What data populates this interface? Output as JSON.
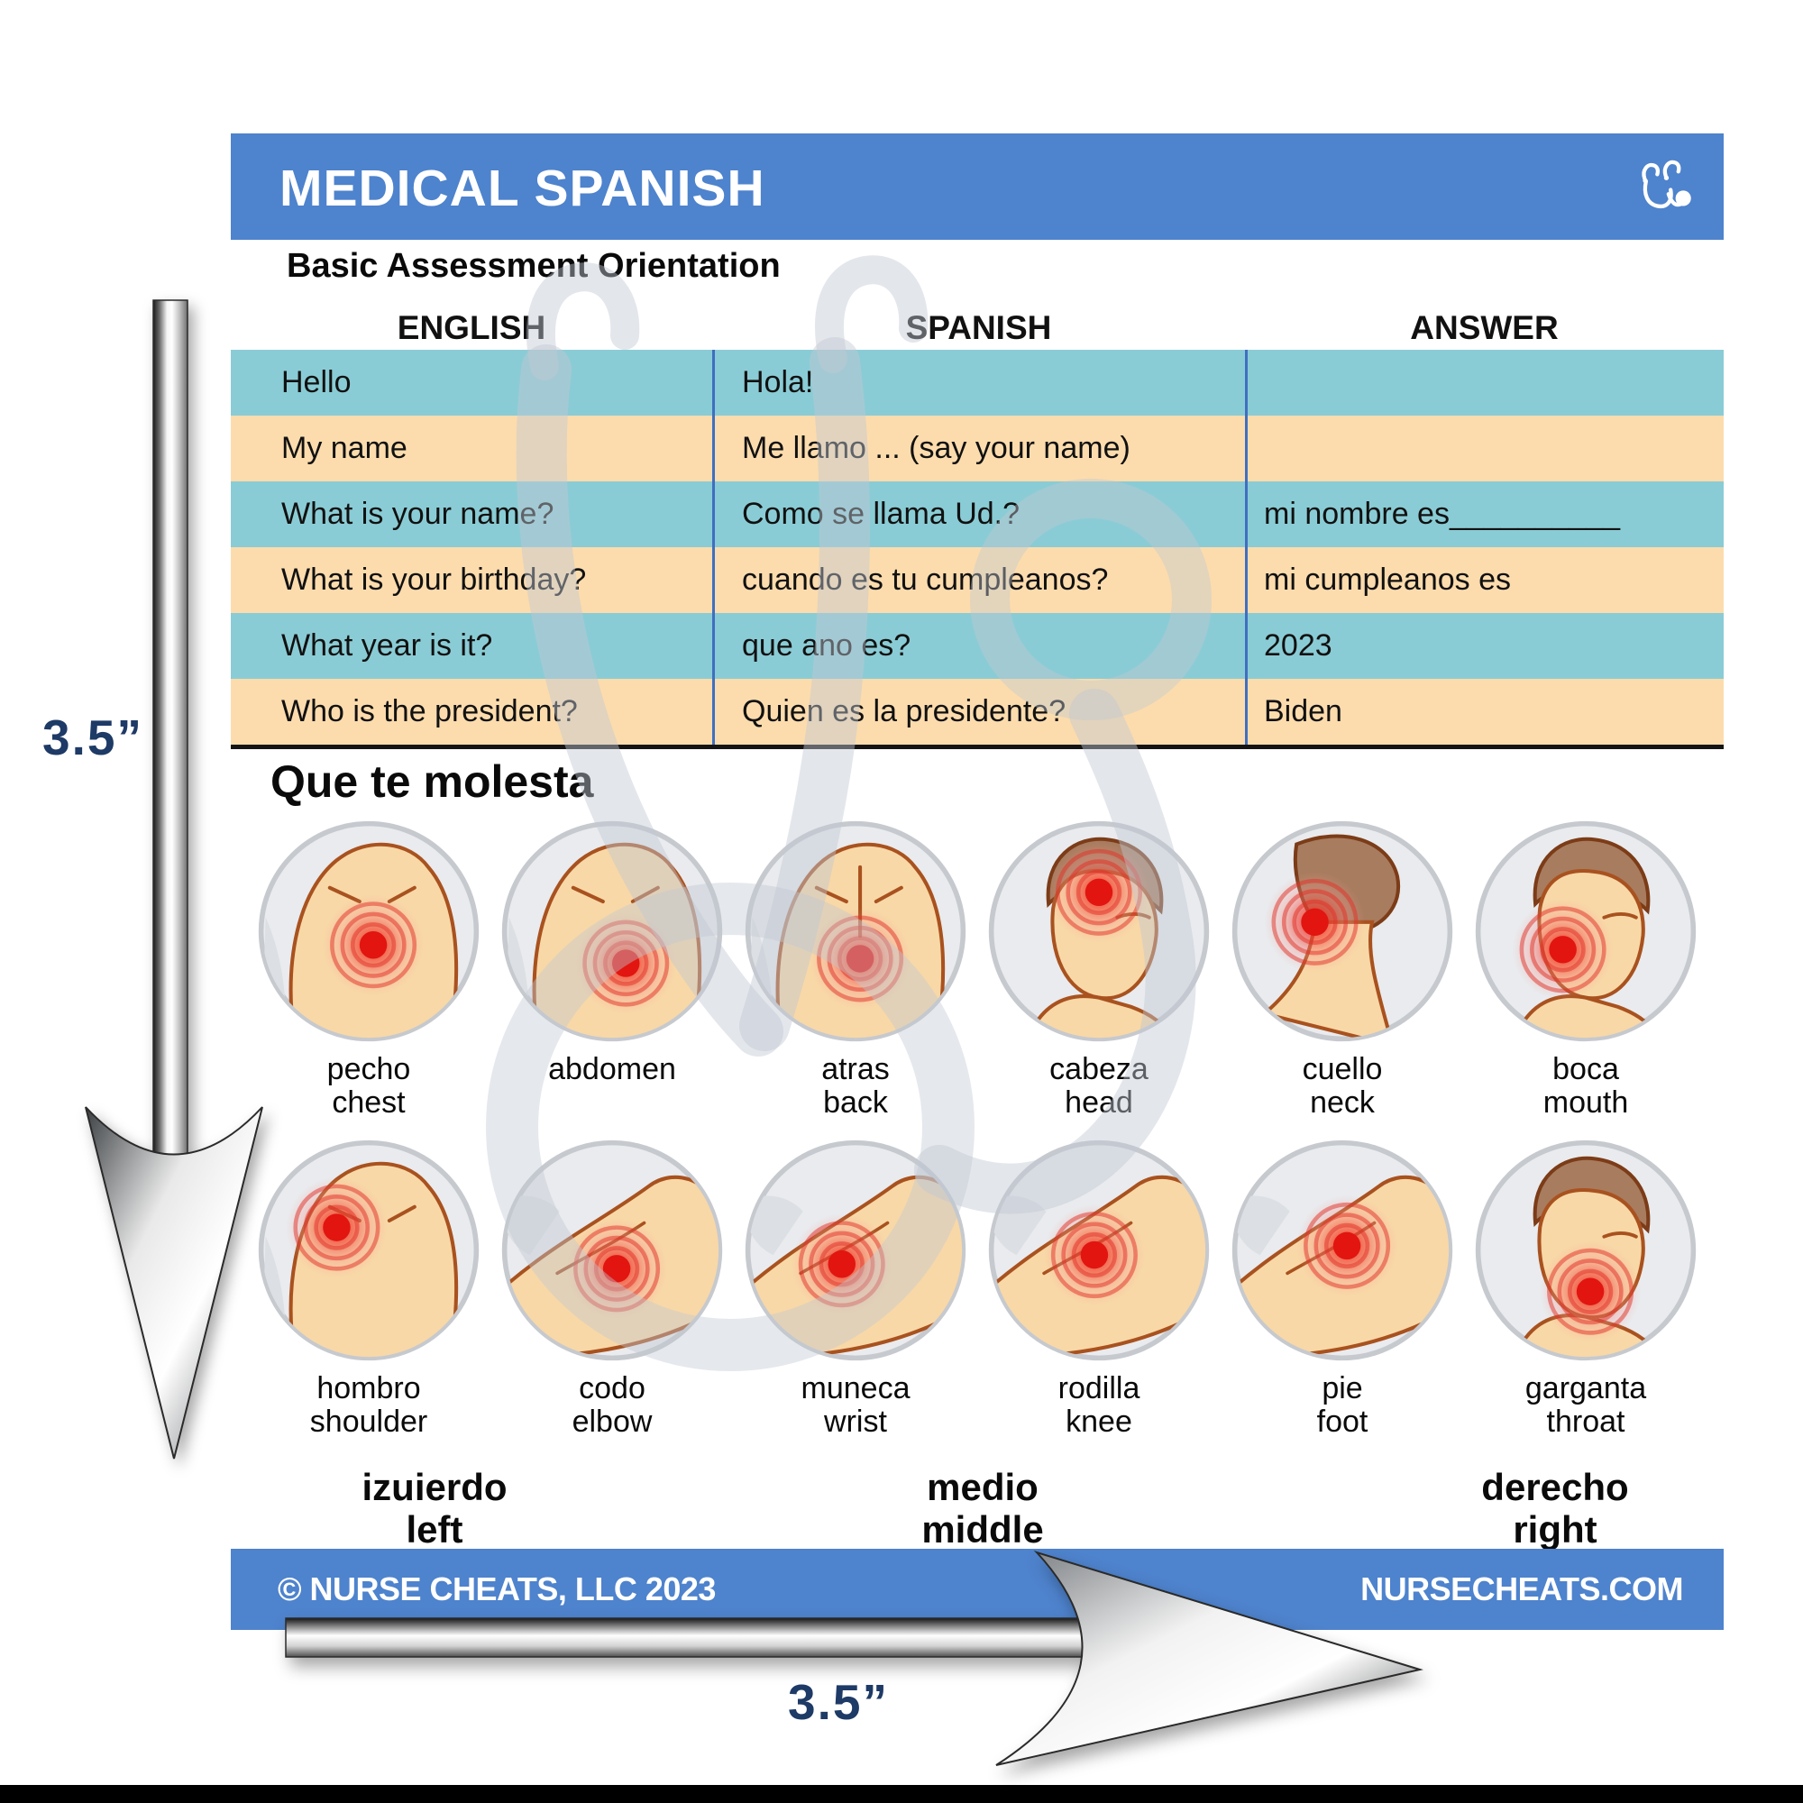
{
  "measure": {
    "vertical_label": "3.5”",
    "horizontal_label": "3.5”"
  },
  "card": {
    "header": {
      "title": "MEDICAL SPANISH",
      "icon": "stethoscope-icon"
    },
    "subtitle": "Basic Assessment Orientation",
    "table": {
      "columns": [
        "ENGLISH",
        "SPANISH",
        "ANSWER"
      ],
      "rows": [
        {
          "english": "Hello",
          "spanish": "Hola!",
          "answer": ""
        },
        {
          "english": "My name",
          "spanish": "Me llamo ... (say your name)",
          "answer": ""
        },
        {
          "english": "What is your name?",
          "spanish": "Como se llama Ud.?",
          "answer": "mi nombre es__________"
        },
        {
          "english": "What is your birthday?",
          "spanish": "cuando es tu cumpleanos?",
          "answer": "mi cumpleanos es"
        },
        {
          "english": "What year is it?",
          "spanish": "que ano es?",
          "answer": "2023"
        },
        {
          "english": "Who is the president?",
          "spanish": "Quien es la presidente?",
          "answer": "Biden"
        }
      ]
    },
    "body_section": {
      "heading": "Que te molesta",
      "parts": [
        {
          "es": "pecho",
          "en": "chest"
        },
        {
          "es": "abdomen",
          "en": ""
        },
        {
          "es": "atras",
          "en": "back"
        },
        {
          "es": "cabeza",
          "en": "head"
        },
        {
          "es": "cuello",
          "en": "neck"
        },
        {
          "es": "boca",
          "en": "mouth"
        },
        {
          "es": "hombro",
          "en": "shoulder"
        },
        {
          "es": "codo",
          "en": "elbow"
        },
        {
          "es": "muneca",
          "en": "wrist"
        },
        {
          "es": "rodilla",
          "en": "knee"
        },
        {
          "es": "pie",
          "en": "foot"
        },
        {
          "es": "garganta",
          "en": "throat"
        }
      ],
      "orientation": [
        {
          "es": "izuierdo",
          "en": "left"
        },
        {
          "es": "medio",
          "en": "middle"
        },
        {
          "es": "derecho",
          "en": "right"
        }
      ]
    },
    "footer": {
      "copyright": "© NURSE CHEATS, LLC 2023",
      "website": "NURSECHEATS.COM"
    }
  },
  "colors": {
    "header_blue": "#4e83cd",
    "row_teal": "#8accd5",
    "row_peach": "#fcdcad",
    "divider_blue": "#3f6fc0",
    "measure_navy": "#1e3a66",
    "pain_red": "#e8281e",
    "skin": "#f8d8a7",
    "watermark_gray": "#c2c8d2"
  }
}
